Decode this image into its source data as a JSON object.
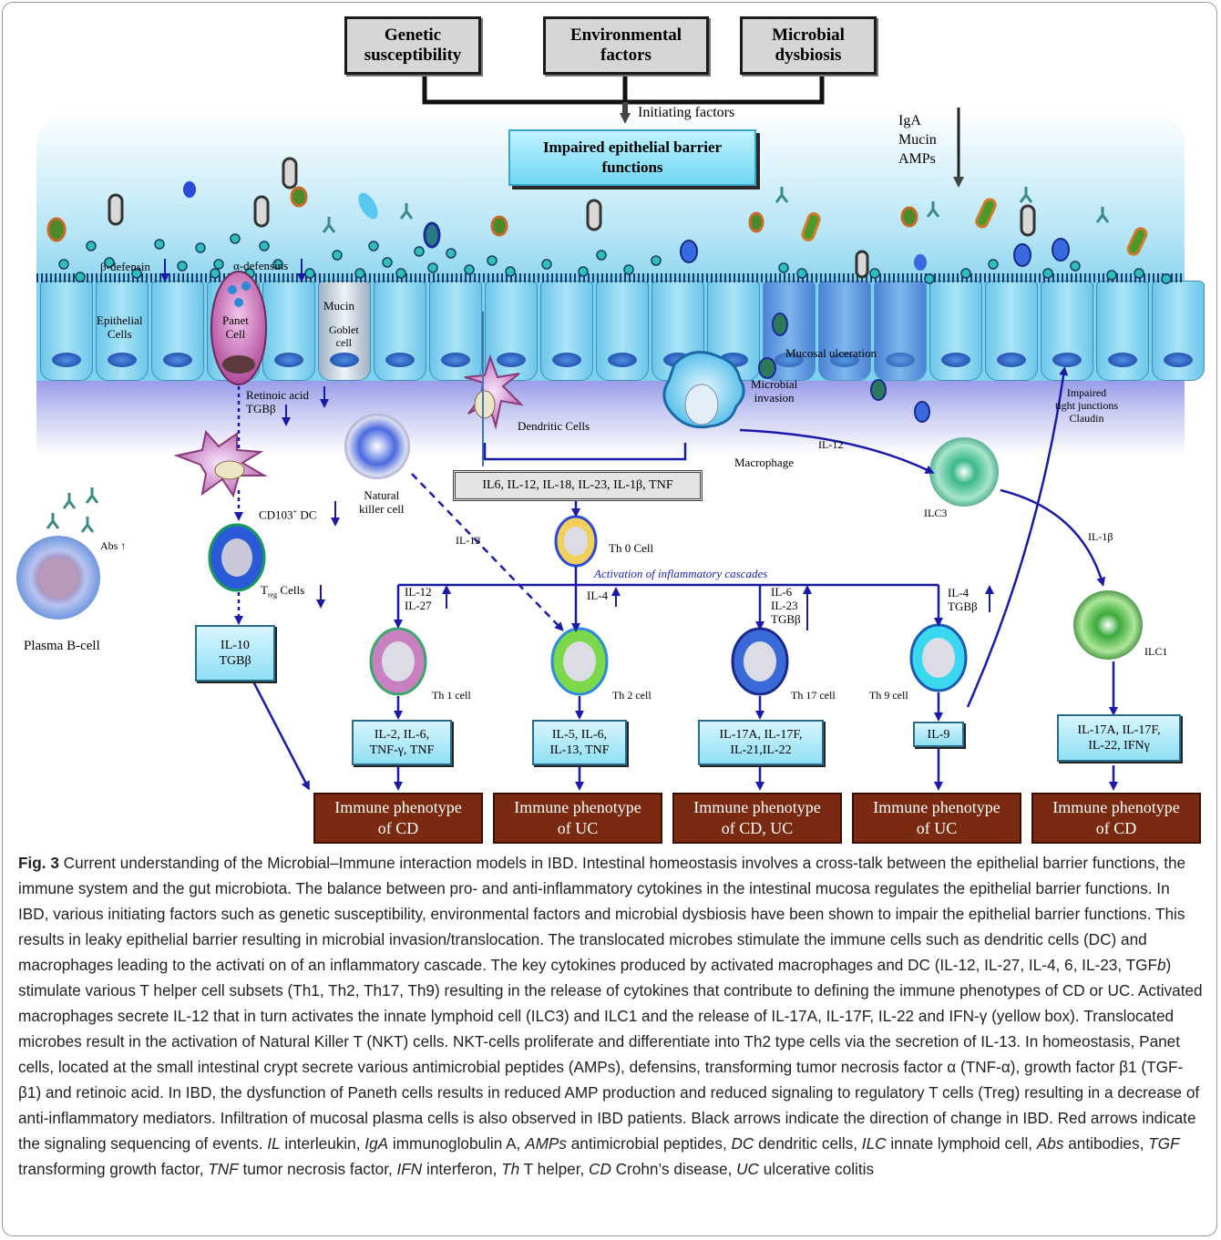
{
  "top_boxes": [
    "Genetic\nsusceptibility",
    "Environmental\nfactors",
    "Microbial\ndysbiosis"
  ],
  "initiating_label": "Initiating factors",
  "impaired_box": "Impaired epithelial barrier\nfunctions",
  "iga_label": "IgA\nMucin\nAMPs",
  "labels": {
    "beta_defensin": "β-defensin",
    "alpha_defensins": "α-defensins",
    "epithelial_cells": "Epithelial\nCells",
    "panet_cell": "Panet\nCell",
    "mucin": "Mucin",
    "goblet_cell": "Goblet\ncell",
    "mucosal_ulceration": "Mucosal ulceration",
    "microbial_invasion": "Microbial\ninvasion",
    "impaired_tight": "Impaired\ntight junctions\nClaudin",
    "retinoic_acid": "Retinoic acid\nTGBβ",
    "dendritic_cells": "Dendritic Cells",
    "macrophage": "Macrophage",
    "il12": "IL-12",
    "natural_killer": "Natural\nkiller cell",
    "cd103_pre": "CD103",
    "cd103_sup": "+",
    "cd103_post": " DC",
    "ilc3": "ILC3",
    "il1b": "IL-1β",
    "abs": "Abs ↑",
    "il13": "IL-13",
    "th0": "Th 0 Cell",
    "treg_pre": "T",
    "treg_sub": "reg",
    "treg_post": " Cells",
    "plasma": "Plasma B-cell",
    "activation": "Activation of inflammatory cascades",
    "il12_27": "IL-12\nIL-27",
    "il4": "IL-4",
    "il6_23": "IL-6\nIL-23\nTGBβ",
    "il4_tgb": "IL-4\nTGBβ",
    "ilc1": "ILC1",
    "th1": "Th 1 cell",
    "th2": "Th 2 cell",
    "th17": "Th 17 cell",
    "th9": "Th 9 cell"
  },
  "cytokine_main": "IL6, IL-12, IL-18, IL-23, IL-1β, TNF",
  "il10_box": "IL-10\nTGBβ",
  "cytokine_boxes": [
    "IL-2, IL-6,\nTNF-γ, TNF",
    "IL-5, IL-6,\nIL-13, TNF",
    "IL-17A, IL-17F,\nIL-21,IL-22",
    "IL-9",
    "IL-17A, IL-17F,\nIL-22, IFNγ"
  ],
  "phenotypes": [
    "Immune phenotype\nof CD",
    "Immune phenotype\nof UC",
    "Immune phenotype\nof CD, UC",
    "Immune phenotype\nof UC",
    "Immune phenotype\nof CD"
  ],
  "caption": {
    "fig": "Fig. 3",
    "text1": "  Current understanding of the Microbial–Immune interaction models in IBD. Intestinal homeostasis involves a cross-talk between the epithelial barrier functions, the immune system and the gut microbiota. The balance between pro- and anti-inflammatory cytokines in the intestinal mucosa regulates the epithelial barrier functions. In IBD, various initiating factors such as genetic susceptibility, environmental factors and microbial dysbiosis have been shown to impair the epithelial barrier functions. This results in leaky epithelial barrier resulting in microbial invasion/translocation. The translocated microbes stimulate the immune cells such as dendritic cells (DC) and macrophages leading to the activati on of an inflammatory cascade. The key cytokines produced by activated macrophages and DC (IL-12, IL-27, IL-4, 6, IL-23, TGF",
    "b": "b",
    "text2": ") stimulate various T helper cell subsets (Th1, Th2, Th17, Th9) resulting in the release of cytokines that contribute to defining the immune phenotypes of CD or UC. Activated macrophages secrete IL-12 that in turn activates the innate lymphoid cell (ILC3) and ILC1 and the release of IL-17A, IL-17F, IL-22 and IFN-γ (yellow box). Translocated microbes result in the activation of Natural Killer T (NKT) cells. NKT-cells proliferate and differentiate into Th2 type cells via the secretion of IL-13. In homeostasis, Panet cells, located at the small intestinal crypt secrete various antimicrobial peptides (AMPs), defensins, transforming tumor necrosis factor α (TNF-α), growth factor β1 (TGF-β1) and retinoic acid. In IBD, the dysfunction of Paneth cells results in reduced AMP production and reduced signaling to regulatory T cells (Treg) resulting in a decrease of anti-inflammatory mediators. Infiltration of mucosal plasma cells is also observed in IBD patients. Black arrows indicate the direction of change in IBD. Red arrows indicate the signaling sequencing of events. ",
    "abbr": [
      {
        "term": "IL",
        "def": " interleukin, "
      },
      {
        "term": "IgA",
        "def": " immunoglobulin A, "
      },
      {
        "term": "AMPs",
        "def": " antimicrobial peptides, "
      },
      {
        "term": "DC",
        "def": " dendritic cells, "
      },
      {
        "term": "ILC",
        "def": " innate lymphoid cell, "
      },
      {
        "term": "Abs",
        "def": " antibodies, "
      },
      {
        "term": "TGF",
        "def": " transforming growth factor, "
      },
      {
        "term": "TNF",
        "def": " tumor necrosis factor, "
      },
      {
        "term": "IFN",
        "def": " interferon, "
      },
      {
        "term": "Th",
        "def": " T helper, "
      },
      {
        "term": "CD",
        "def": " Crohn’s disease, "
      },
      {
        "term": "UC",
        "def": " ulcerative colitis"
      }
    ]
  },
  "colors": {
    "arrow_blue": "#1a1aa8",
    "phenotype": "#7a2a10",
    "cyan_box": "#8fdff4"
  }
}
